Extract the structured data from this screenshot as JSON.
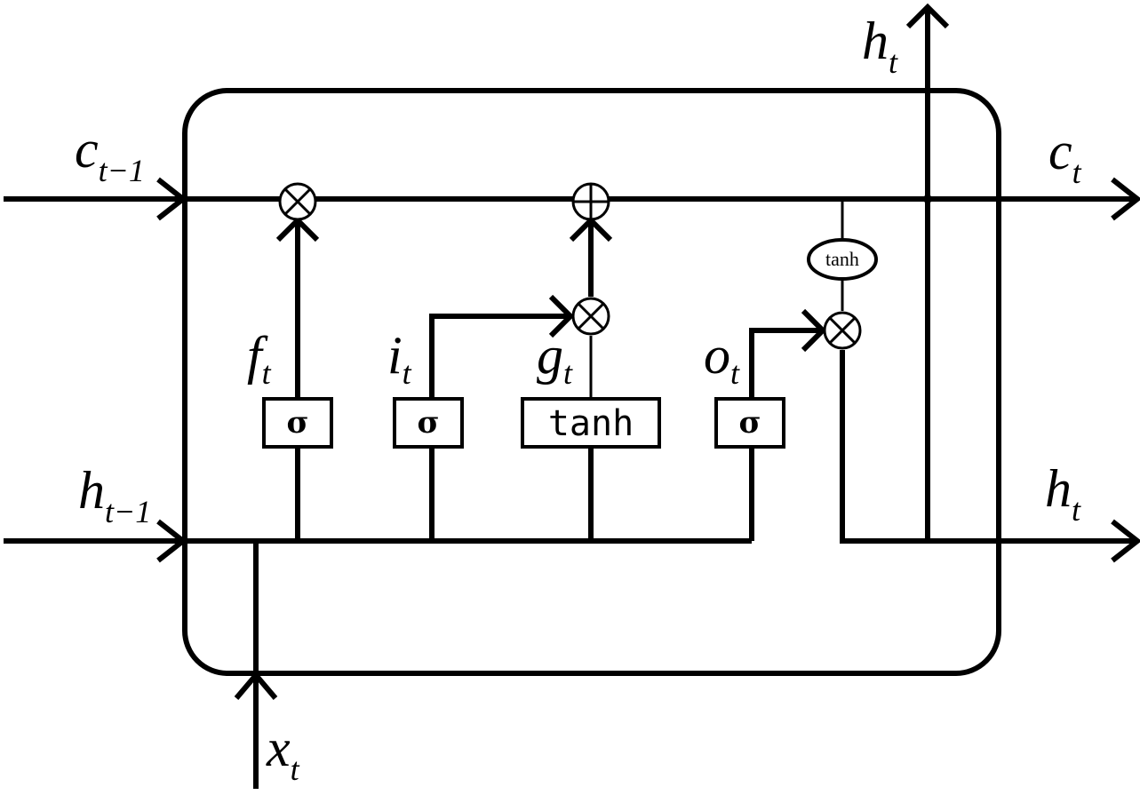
{
  "labels": {
    "c_prev": {
      "main": "c",
      "sub": "t−1"
    },
    "h_prev": {
      "main": "h",
      "sub": "t−1"
    },
    "x_t": {
      "main": "x",
      "sub": "t"
    },
    "c_t": {
      "main": "c",
      "sub": "t"
    },
    "h_t_top": {
      "main": "h",
      "sub": "t"
    },
    "h_t_right": {
      "main": "h",
      "sub": "t"
    },
    "f_t": {
      "main": "f",
      "sub": "t"
    },
    "i_t": {
      "main": "i",
      "sub": "t"
    },
    "g_t": {
      "main": "g",
      "sub": "t"
    },
    "o_t": {
      "main": "o",
      "sub": "t"
    }
  },
  "gates": {
    "forget": "σ",
    "input": "σ",
    "candidate": "tanh",
    "output": "σ"
  },
  "cell_tanh": "tanh",
  "operators": {
    "multiply": "multiply-icon",
    "add": "add-icon"
  }
}
